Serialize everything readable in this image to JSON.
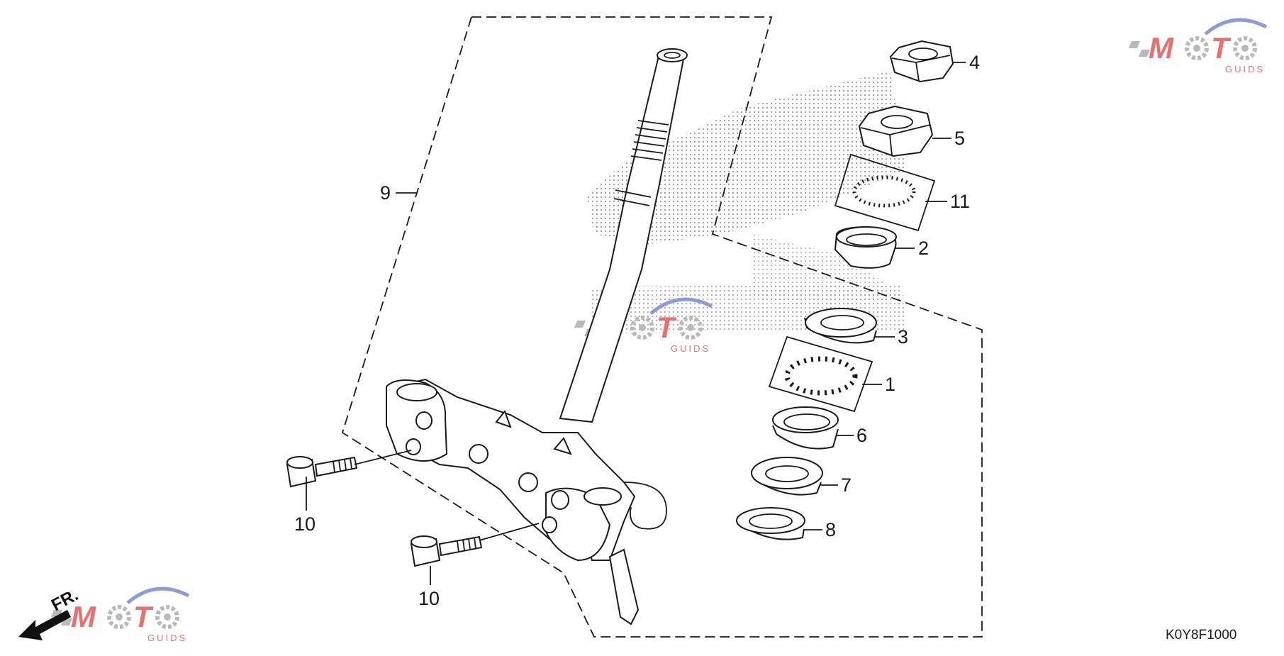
{
  "diagram": {
    "drawing_code": "K0Y8F1000",
    "front_indicator": "FR.",
    "callouts": [
      {
        "id": "c1",
        "label": "1"
      },
      {
        "id": "c2",
        "label": "2"
      },
      {
        "id": "c3",
        "label": "3"
      },
      {
        "id": "c4",
        "label": "4"
      },
      {
        "id": "c5",
        "label": "5"
      },
      {
        "id": "c6",
        "label": "6"
      },
      {
        "id": "c7",
        "label": "7"
      },
      {
        "id": "c8",
        "label": "8"
      },
      {
        "id": "c9",
        "label": "9"
      },
      {
        "id": "c10a",
        "label": "10"
      },
      {
        "id": "c10b",
        "label": "10"
      },
      {
        "id": "c11",
        "label": "11"
      }
    ]
  },
  "watermark": {
    "text": "MOTO",
    "subtext": "GUIDS",
    "colors": {
      "red": "#e8706f",
      "blue": "#8f9bd6",
      "grey": "#b9b9b9"
    }
  }
}
